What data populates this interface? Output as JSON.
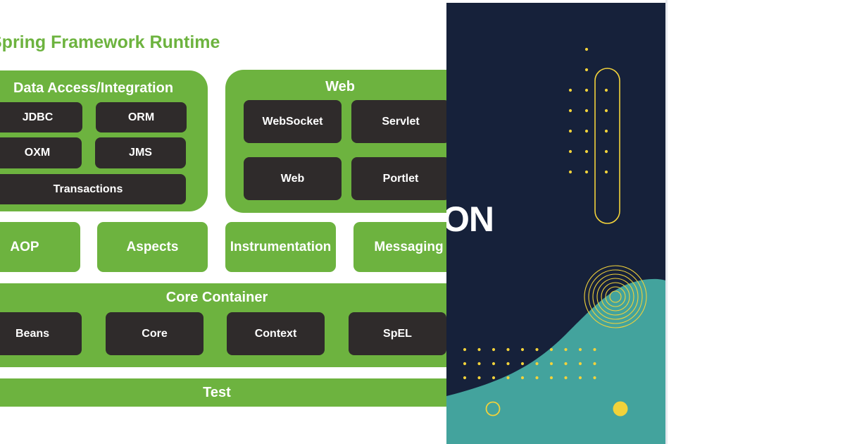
{
  "diagram": {
    "title": "Spring Framework Runtime",
    "data_access": {
      "title": "Data Access/Integration",
      "modules": [
        "JDBC",
        "ORM",
        "OXM",
        "JMS",
        "Transactions"
      ]
    },
    "web": {
      "title": "Web",
      "modules": [
        "WebSocket",
        "Servlet",
        "Web",
        "Portlet"
      ]
    },
    "middle_tiles": [
      "AOP",
      "Aspects",
      "Instrumentation",
      "Messaging"
    ],
    "core_container": {
      "title": "Core Container",
      "modules": [
        "Beans",
        "Core",
        "Context",
        "SpEL"
      ]
    },
    "test": "Test"
  },
  "poster": {
    "text": "ON",
    "colors": {
      "background": "#16213a",
      "teal": "#43a39d",
      "accent": "#f2d23a"
    }
  },
  "colors": {
    "group_green": "#6db33f",
    "module_dark": "#2f2b2b",
    "title_green": "#6db33f"
  }
}
